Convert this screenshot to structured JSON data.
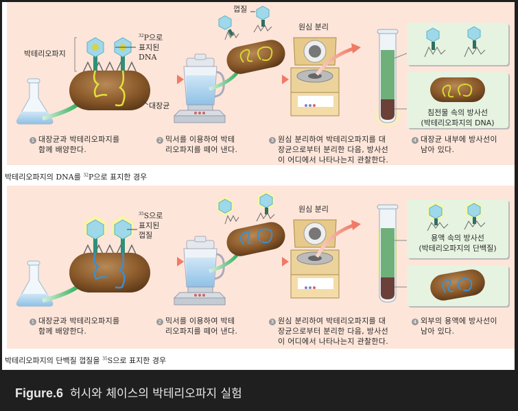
{
  "figure": {
    "number_label": "Figure.6",
    "title": "허시와 체이스의 박테리오파지 실험"
  },
  "colors": {
    "panel_bg": "#fde5d9",
    "result_box_bg": "#e6f3e1",
    "ecoli_brown": "#8b5a2b",
    "dna_yellow": "#d7d832",
    "dna_blue": "#3b8fd0",
    "arrow_red": "#f07a66",
    "arrow_green": "#2fae5a",
    "supernatant_green": "#6fb07a",
    "pellet_brown": "#6b4038",
    "frame_dark": "#1f1f1f"
  },
  "experiments": [
    {
      "id": "dna_32p",
      "case_caption": {
        "prefix": "박테리오파지의 DNA를 ",
        "isotope_mass": "32",
        "suffix": "P으로 표지한 경우"
      },
      "labels": {
        "phage": "박테리오파지",
        "marker_line1_mass": "32",
        "marker_line1": "P으로",
        "marker_line2": "표지된",
        "marker_line3": "DNA",
        "ecoli": "대장균",
        "shell": "껍질",
        "centrifuge": "원심 분리"
      },
      "steps": [
        {
          "num": "1",
          "line1": "대장균과 박테리오파지를",
          "line2": "함께 배양한다."
        },
        {
          "num": "2",
          "line1": "믹서를 이용하여 박테",
          "line2": "리오파지를 떼어 낸다."
        },
        {
          "num": "3",
          "line1": "원심 분리하여 박테리오파지를 대",
          "line2": "장균으로부터 분리한 다음, 방사선",
          "line3": "이 어디에서 나타나는지 관찰한다."
        },
        {
          "num": "4",
          "line1": "대장균 내부에 방사선이",
          "line2": "남아 있다."
        }
      ],
      "result_boxes": {
        "upper_text_line1": "",
        "upper_text_line2": "",
        "lower_text_line1": "침전물 속의 방사선",
        "lower_text_line2": "(박테리오파지의 DNA)"
      },
      "glow_on": "pellet"
    },
    {
      "id": "protein_35s",
      "case_caption": {
        "prefix": "박테리오파지의 단백질 껍질을 ",
        "isotope_mass": "35",
        "suffix": "S으로 표지한 경우"
      },
      "labels": {
        "marker_line1_mass": "35",
        "marker_line1": "S으로",
        "marker_line2": "표지된",
        "marker_line3": "껍질",
        "centrifuge": "원심 분리"
      },
      "steps": [
        {
          "num": "1",
          "line1": "대장균과 박테리오파지를",
          "line2": "함께 배양한다."
        },
        {
          "num": "2",
          "line1": "믹서를 이용하여 박테",
          "line2": "리오파지를 떼어 낸다."
        },
        {
          "num": "3",
          "line1": "원심 분리하여 박테리오파지를 대",
          "line2": "장균으로부터 분리한 다음, 방사선",
          "line3": "이 어디에서 나타나는지 관찰한다."
        },
        {
          "num": "4",
          "line1": "외부의 용액에 방사선이",
          "line2": "남아 있다."
        }
      ],
      "result_boxes": {
        "upper_text_line1": "용액 속의 방사선",
        "upper_text_line2": "(박테리오파지의 단백질)",
        "lower_text_line1": "",
        "lower_text_line2": ""
      },
      "glow_on": "supernatant"
    }
  ]
}
